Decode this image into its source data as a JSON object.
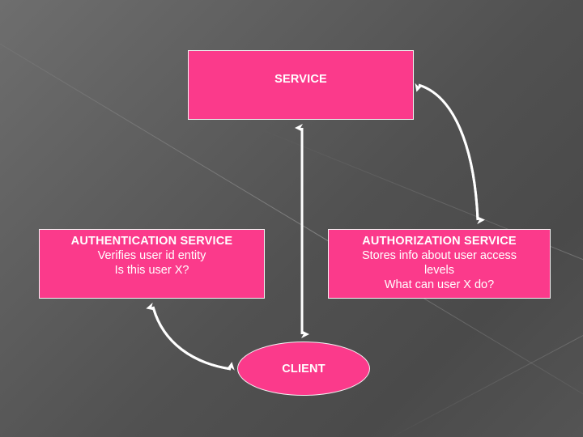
{
  "slide": {
    "background_color": "#5a5a5a",
    "accent_color": "#fb3a8b",
    "text_color": "#ffffff",
    "connector_color": "#ffffff"
  },
  "nodes": {
    "service": {
      "title": "SERVICE",
      "shape": "rectangle"
    },
    "authentication": {
      "title": "AUTHENTICATION SERVICE",
      "line1": "Verifies user id entity",
      "line2": "Is this user X?",
      "shape": "rectangle"
    },
    "authorization": {
      "title": "AUTHORIZATION SERVICE",
      "line1": "Stores info about user access",
      "line2": "levels",
      "line3": "What can user X do?",
      "shape": "rectangle"
    },
    "client": {
      "title": "CLIENT",
      "shape": "ellipse"
    }
  },
  "connectors": [
    {
      "name": "client-service-connector",
      "from": "client",
      "to": "service",
      "style": "straight",
      "arrows": "double"
    },
    {
      "name": "service-authorization-connector",
      "from": "service",
      "to": "authorization",
      "style": "curved",
      "arrows": "double"
    },
    {
      "name": "client-authentication-connector",
      "from": "client",
      "to": "authentication",
      "style": "curved",
      "arrows": "double"
    }
  ]
}
